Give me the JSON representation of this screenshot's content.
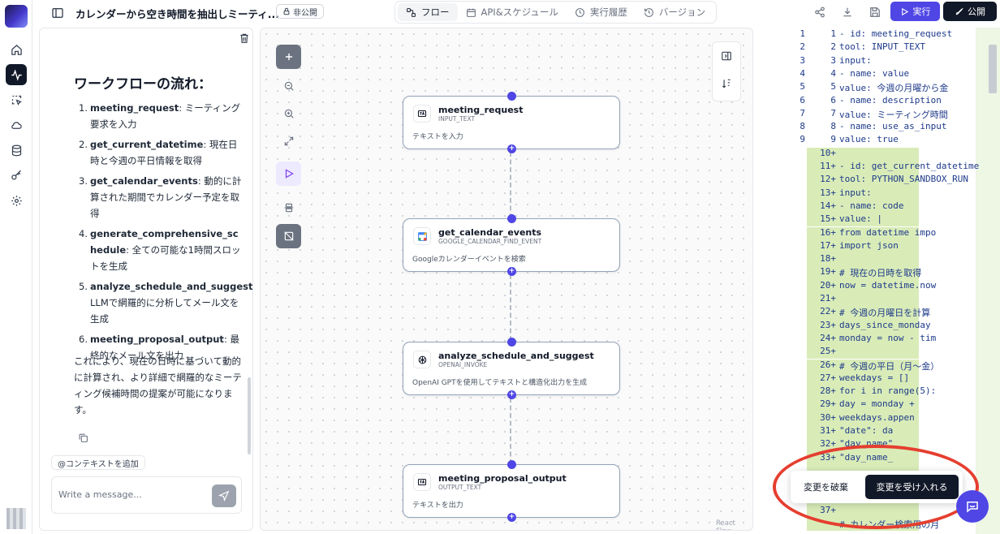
{
  "header": {
    "title": "カレンダーから空き時間を抽出しミーティ...",
    "visibility": "非公開",
    "tabs": [
      {
        "label": "フロー",
        "icon": "flow-icon",
        "active": true
      },
      {
        "label": "API&スケジュール",
        "icon": "calendar-icon",
        "active": false
      },
      {
        "label": "実行履歴",
        "icon": "clock-icon",
        "active": false
      },
      {
        "label": "バージョン",
        "icon": "history-icon",
        "active": false
      }
    ],
    "run_label": "実行",
    "publish_label": "公開"
  },
  "rail": {
    "items": [
      "home-icon",
      "activity-icon",
      "select-icon",
      "cloud-icon",
      "database-icon",
      "key-icon",
      "settings-icon"
    ],
    "active_index": 1
  },
  "chat": {
    "heading": "ワークフローの流れ：",
    "steps": [
      {
        "num": "1.",
        "name": "meeting_request",
        "desc": ": ミーティング要求を入力"
      },
      {
        "num": "2.",
        "name": "get_current_datetime",
        "desc": ": 現在日時と今週の平日情報を取得"
      },
      {
        "num": "3.",
        "name": "get_calendar_events",
        "desc": ": 動的に計算された期間でカレンダー予定を取得"
      },
      {
        "num": "4.",
        "name": "generate_comprehensive_schedule",
        "desc": ": 全ての可能な1時間スロットを生成"
      },
      {
        "num": "5.",
        "name": "analyze_schedule_and_suggest",
        "desc": ": LLMで網羅的に分析してメール文を生成"
      },
      {
        "num": "6.",
        "name": "meeting_proposal_output",
        "desc": ": 最終的なメール文を出力"
      }
    ],
    "summary": "これにより、現在の日時に基づいて動的に計算され、より詳細で網羅的なミーティング候補時間の提案が可能になります。",
    "add_context": "@コンテキストを追加",
    "message_placeholder": "Write a message..."
  },
  "canvas": {
    "nodes": [
      {
        "title": "meeting_request",
        "tool": "INPUT_TEXT",
        "description": "テキストを入力",
        "icon": "input-text-icon"
      },
      {
        "title": "get_calendar_events",
        "tool": "GOOGLE_CALENDAR_FIND_EVENT",
        "description": "Googleカレンダーイベントを検索",
        "icon": "google-calendar-icon"
      },
      {
        "title": "analyze_schedule_and_suggest",
        "tool": "OPENAI_INVOKE",
        "description": "OpenAI GPTを使用してテキストと構造化出力を生成",
        "icon": "openai-icon"
      },
      {
        "title": "meeting_proposal_output",
        "tool": "OUTPUT_TEXT",
        "description": "テキストを出力",
        "icon": "output-text-icon"
      }
    ],
    "attribution": "React Flow"
  },
  "editor": {
    "lines": [
      {
        "old": "1",
        "new": "1",
        "text": "- id: meeting_request",
        "added": false
      },
      {
        "old": "2",
        "new": "2",
        "text": "  tool: INPUT_TEXT",
        "added": false
      },
      {
        "old": "3",
        "new": "3",
        "text": "  input:",
        "added": false
      },
      {
        "old": "4",
        "new": "4",
        "text": "    - name: value",
        "added": false
      },
      {
        "old": "5",
        "new": "5",
        "text": "      value: 今週の月曜から金",
        "added": false
      },
      {
        "old": "6",
        "new": "6",
        "text": "    - name: description",
        "added": false
      },
      {
        "old": "7",
        "new": "7",
        "text": "      value: ミーティング時間",
        "added": false
      },
      {
        "old": "8",
        "new": "8",
        "text": "    - name: use_as_input",
        "added": false
      },
      {
        "old": "9",
        "new": "9",
        "text": "      value: true",
        "added": false
      },
      {
        "old": "",
        "new": "10+",
        "text": "",
        "added": true
      },
      {
        "old": "",
        "new": "11+",
        "text": "- id: get_current_datetime",
        "added": true
      },
      {
        "old": "",
        "new": "12+",
        "text": "  tool: PYTHON_SANDBOX_RUN",
        "added": true
      },
      {
        "old": "",
        "new": "13+",
        "text": "  input:",
        "added": true
      },
      {
        "old": "",
        "new": "14+",
        "text": "    - name: code",
        "added": true
      },
      {
        "old": "",
        "new": "15+",
        "text": "      value: |",
        "added": true
      },
      {
        "old": "",
        "new": "16+",
        "text": "        from datetime impo",
        "added": true
      },
      {
        "old": "",
        "new": "17+",
        "text": "        import json",
        "added": true
      },
      {
        "old": "",
        "new": "18+",
        "text": "",
        "added": true
      },
      {
        "old": "",
        "new": "19+",
        "text": "        # 現在の日時を取得",
        "added": true
      },
      {
        "old": "",
        "new": "20+",
        "text": "        now = datetime.now",
        "added": true
      },
      {
        "old": "",
        "new": "21+",
        "text": "",
        "added": true
      },
      {
        "old": "",
        "new": "22+",
        "text": "        # 今週の月曜日を計算",
        "added": true
      },
      {
        "old": "",
        "new": "23+",
        "text": "        days_since_monday",
        "added": true
      },
      {
        "old": "",
        "new": "24+",
        "text": "        monday = now - tim",
        "added": true
      },
      {
        "old": "",
        "new": "25+",
        "text": "",
        "added": true
      },
      {
        "old": "",
        "new": "26+",
        "text": "        # 今週の平日（月〜金）",
        "added": true
      },
      {
        "old": "",
        "new": "27+",
        "text": "        weekdays = []",
        "added": true
      },
      {
        "old": "",
        "new": "28+",
        "text": "        for i in range(5):",
        "added": true
      },
      {
        "old": "",
        "new": "29+",
        "text": "            day = monday +",
        "added": true
      },
      {
        "old": "",
        "new": "30+",
        "text": "            weekdays.appen",
        "added": true
      },
      {
        "old": "",
        "new": "31+",
        "text": "                \"date\": da",
        "added": true
      },
      {
        "old": "",
        "new": "32+",
        "text": "                \"day_name\"",
        "added": true
      },
      {
        "old": "",
        "new": "33+",
        "text": "                \"day_name_",
        "added": true
      },
      {
        "old": "",
        "new": "",
        "text": "",
        "added": true
      },
      {
        "old": "",
        "new": "",
        "text": "",
        "added": true
      },
      {
        "old": "",
        "new": "",
        "text": "",
        "added": true
      },
      {
        "old": "",
        "new": "37+",
        "text": "",
        "added": true
      },
      {
        "old": "",
        "new": "",
        "text": "        # カレンダー検索用の月",
        "added": true
      }
    ]
  },
  "diff": {
    "reject_label": "変更を破棄",
    "accept_label": "変更を受け入れる"
  },
  "colors": {
    "accent": "#4f46e5",
    "added_line": "#d9ecb8",
    "annotation": "#e53e2f"
  }
}
